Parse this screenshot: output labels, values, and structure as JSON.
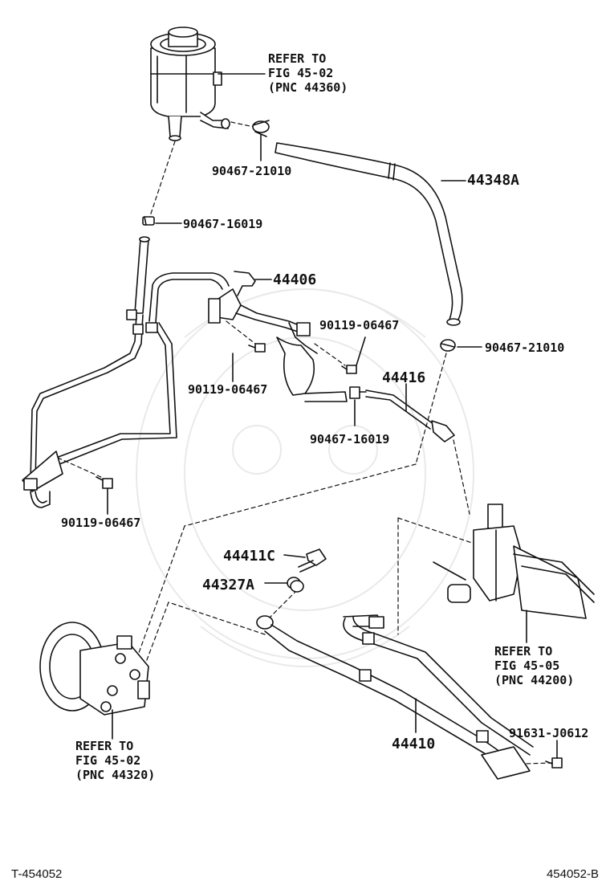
{
  "labels": {
    "reservoir_ref": [
      "REFER TO",
      "FIG 45-02",
      "(PNC 44360)"
    ],
    "clamp_top": "90467-21010",
    "hose_return": "44348A",
    "clamp_left": "90467-16019",
    "pipe_upper": "44406",
    "bolt_mid_right": "90119-06467",
    "clamp_right": "90467-21010",
    "bolt_mid_left": "90119-06467",
    "pipe_right": "44416",
    "clamp_mid": "90467-16019",
    "bolt_lower_left": "90119-06467",
    "union_bolt": "44411C",
    "gasket": "44327A",
    "gear_ref": [
      "REFER TO",
      "FIG 45-05",
      "(PNC 44200)"
    ],
    "pump_ref": [
      "REFER TO",
      "FIG 45-02",
      "(PNC 44320)"
    ],
    "pressure_hose": "44410",
    "bolt_bottom": "91631-J0612"
  },
  "footer": {
    "left": "T-454052",
    "right": "454052-B"
  }
}
